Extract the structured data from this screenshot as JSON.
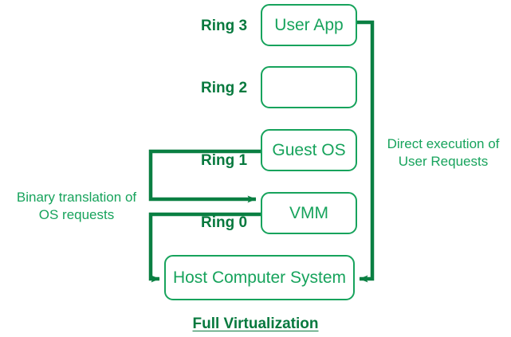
{
  "caption": {
    "text": "Full Virtualization"
  },
  "colors": {
    "box_stroke": "#17a35c",
    "box_text": "#17a35c",
    "ring_label": "#07793e",
    "connector": "#0a7f42",
    "background": "#ffffff"
  },
  "boxes": [
    {
      "id": "user-app",
      "label": "User App"
    },
    {
      "id": "ring2-empty",
      "label": ""
    },
    {
      "id": "guest-os",
      "label": "Guest OS"
    },
    {
      "id": "vmm",
      "label": "VMM"
    },
    {
      "id": "host",
      "label": "Host Computer System"
    }
  ],
  "ring_labels": [
    {
      "id": "ring-3",
      "label": "Ring 3"
    },
    {
      "id": "ring-2",
      "label": "Ring 2"
    },
    {
      "id": "ring-1",
      "label": "Ring 1"
    },
    {
      "id": "ring-0",
      "label": "Ring 0"
    }
  ],
  "annotations": {
    "left": "Binary translation of\nOS requests",
    "right": "Direct execution of\nUser Requests"
  },
  "connectors": [
    {
      "id": "guest-os-to-vmm",
      "from": "guest-os",
      "to": "vmm",
      "label_ref": "ring-1",
      "arrowhead": "to-vmm"
    },
    {
      "id": "vmm-to-host",
      "from": "vmm",
      "to": "host",
      "label_ref": "ring-0",
      "arrowhead": "to-host"
    },
    {
      "id": "user-app-to-host",
      "from": "user-app",
      "to": "host",
      "label_ref": "direct-execution",
      "arrowhead": "to-host-right"
    }
  ]
}
